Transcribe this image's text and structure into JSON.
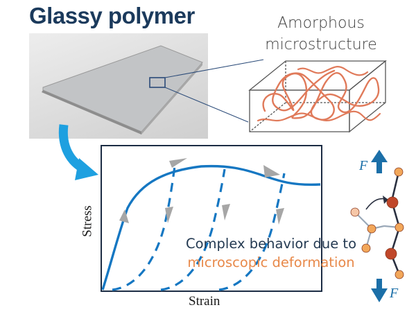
{
  "title": "Glassy polymer",
  "microstructure_label": [
    "Amorphous",
    "microstructure"
  ],
  "chart": {
    "x_label": "Strain",
    "y_label": "Stress"
  },
  "behavior_text": {
    "line1": "Complex behavior due to",
    "line2": "microscopic deformation"
  },
  "force_label": "F",
  "colors": {
    "title": "#1b3a5c",
    "curve_blue": "#1577c2",
    "accent_orange": "#e8894a",
    "arrow_blue": "#1ea0e0",
    "chain_atom_dark": "#c0472a",
    "chain_atom_light": "#f2a75a"
  },
  "icons": {
    "curved_arrow": "curved-arrow-icon",
    "force_up": "force-arrow-up-icon",
    "force_down": "force-arrow-down-icon"
  }
}
